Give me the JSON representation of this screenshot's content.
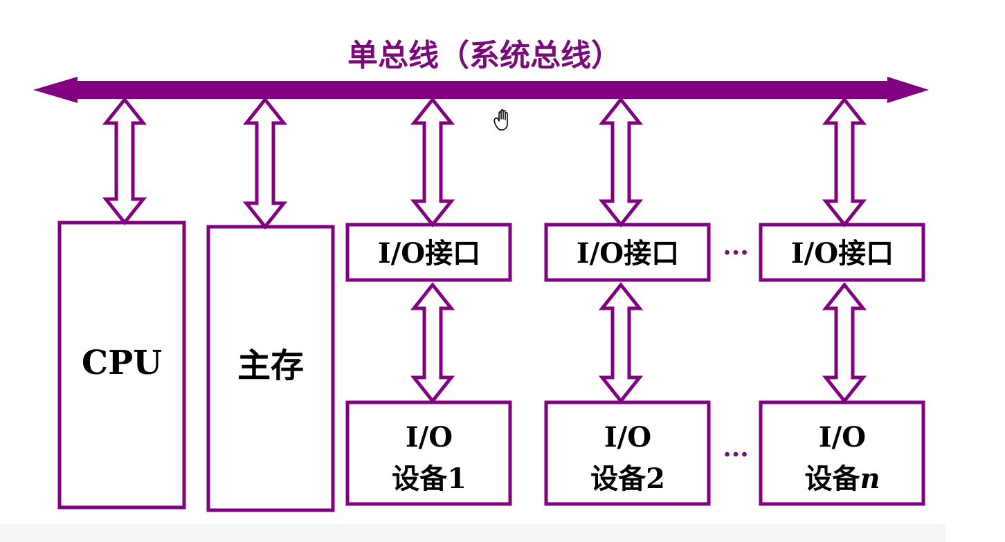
{
  "diagram": {
    "title": "单总线（系统总线）",
    "colors": {
      "accent": "#800080",
      "text": "#000000",
      "background": "#ffffff"
    },
    "cpu": {
      "label": "CPU"
    },
    "memory": {
      "label": "主存"
    },
    "io_interfaces": [
      {
        "label": "I/O接口"
      },
      {
        "label": "I/O接口"
      },
      {
        "label": "I/O接口"
      }
    ],
    "io_devices": [
      {
        "line1": "I/O",
        "line2_prefix": "设备",
        "line2_suffix": "1",
        "suffix_italic": false
      },
      {
        "line1": "I/O",
        "line2_prefix": "设备",
        "line2_suffix": "2",
        "suffix_italic": false
      },
      {
        "line1": "I/O",
        "line2_prefix": "设备",
        "line2_suffix": "n",
        "suffix_italic": true
      }
    ],
    "ellipsis": "···",
    "cursor_icon": "hand-cursor-icon"
  }
}
